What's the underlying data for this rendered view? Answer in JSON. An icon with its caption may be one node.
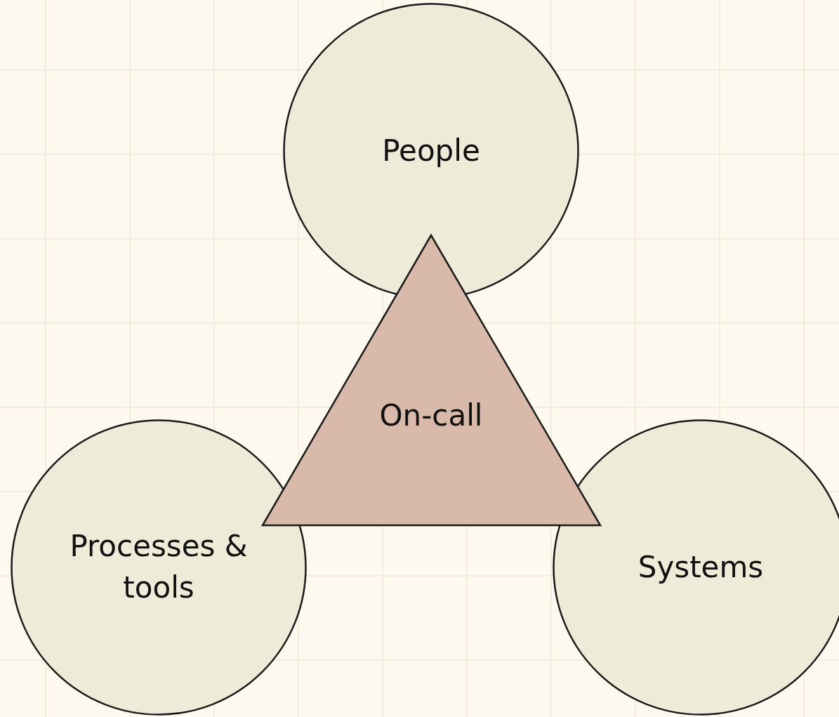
{
  "diagram": {
    "nodes": [
      {
        "text": [
          "People"
        ]
      },
      {
        "text": [
          "On-call"
        ]
      },
      {
        "text": [
          "Processes & tools"
        ]
      },
      {
        "text": [
          "Systems"
        ]
      }
    ]
  }
}
